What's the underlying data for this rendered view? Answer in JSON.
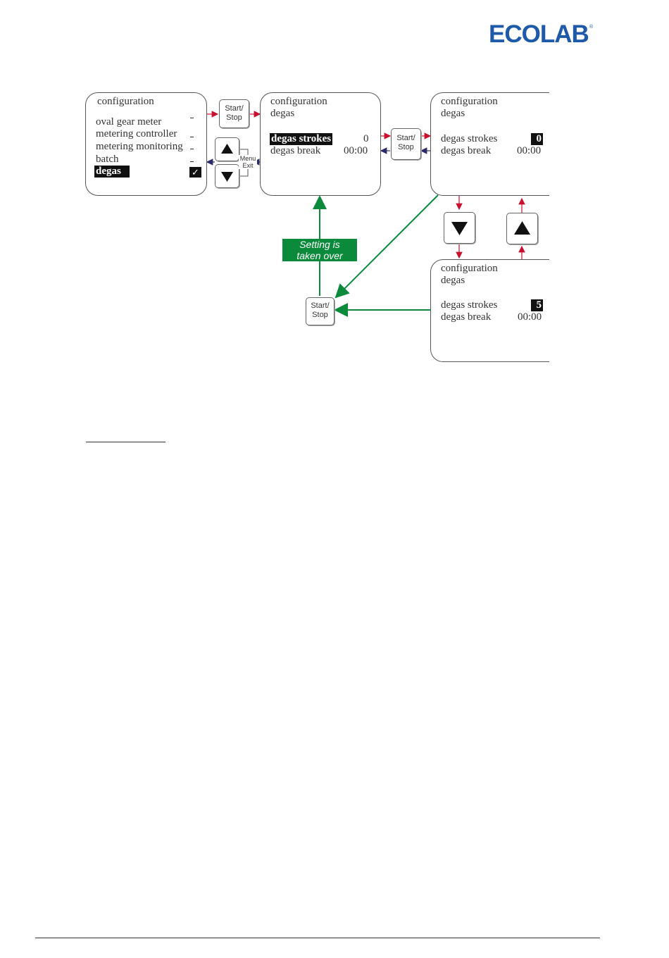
{
  "logo": {
    "text": "ECOLAB",
    "registered": "®",
    "color": "#1e5aa8"
  },
  "screen1": {
    "title": "configuration",
    "items": [
      "oval gear meter",
      "metering controller",
      "metering monitoring",
      "batch"
    ],
    "selected": "degas",
    "check_symbol": "✓"
  },
  "screen2": {
    "title": "configuration",
    "subtitle": "degas",
    "row1_label": "degas strokes",
    "row1_value": "0",
    "row2_label": "degas break",
    "row2_value": "00:00"
  },
  "screen3": {
    "title": "configuration",
    "subtitle": "degas",
    "row1_label": "degas strokes",
    "row1_value": "0",
    "row2_label": "degas break",
    "row2_value": "00:00"
  },
  "screen4": {
    "title": "configuration",
    "subtitle": "degas",
    "row1_label": "degas strokes",
    "row1_value": "5",
    "row2_label": "degas break",
    "row2_value": "00:00"
  },
  "buttons": {
    "start_stop_line1": "Start/",
    "start_stop_line2": "Stop",
    "menu": "Menu",
    "exit": "Exit"
  },
  "green_label": {
    "line1": "Setting is",
    "line2": "taken over",
    "color": "#0b8a3c"
  },
  "colors": {
    "red_arrow": "#c8102e",
    "navy_arrow": "#2b2b6b",
    "green_arrow": "#0b8a3c"
  },
  "icons": {
    "up": "triangle-up-icon",
    "down": "triangle-down-icon",
    "check": "checkmark-icon"
  }
}
